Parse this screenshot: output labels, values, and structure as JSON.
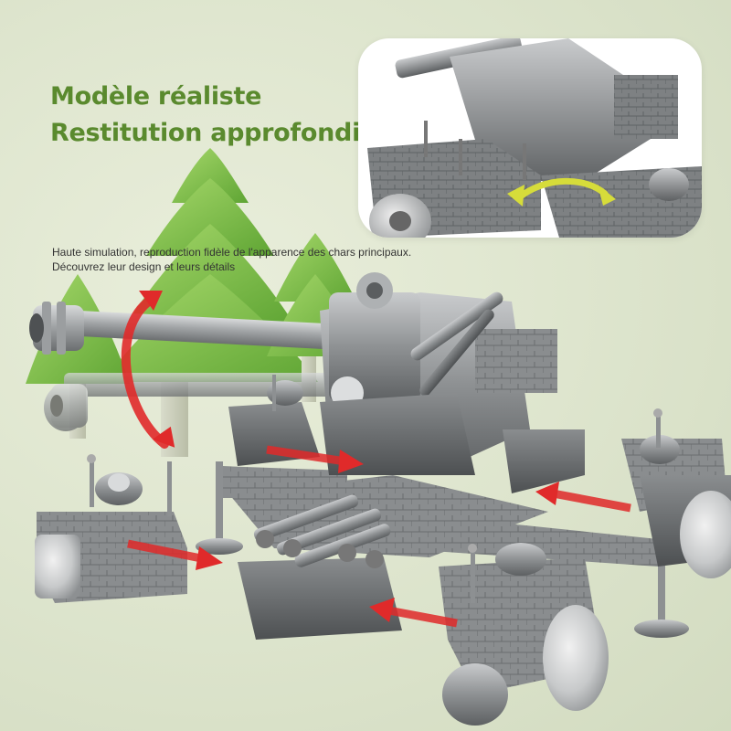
{
  "headline": {
    "line1": "Modèle réaliste",
    "line2": "Restitution approfondie"
  },
  "description": {
    "line1": "Haute simulation, reproduction fidèle de l'apparence des chars principaux.",
    "line2": "Découvrez leur design et leurs détails"
  },
  "colors": {
    "headline": "#5a8a2e",
    "arrow_red": "#e02a2a",
    "tree_green": "#7fc24a",
    "brick_gray": "#8a8d8f",
    "inset_arrow_yellow": "#d6dc3a"
  },
  "icons": {
    "rotate_vertical": "curved-double-arrow-icon",
    "rotate_horizontal": "curved-double-arrow-icon",
    "assembly_arrows": "arrow-right-icon"
  }
}
